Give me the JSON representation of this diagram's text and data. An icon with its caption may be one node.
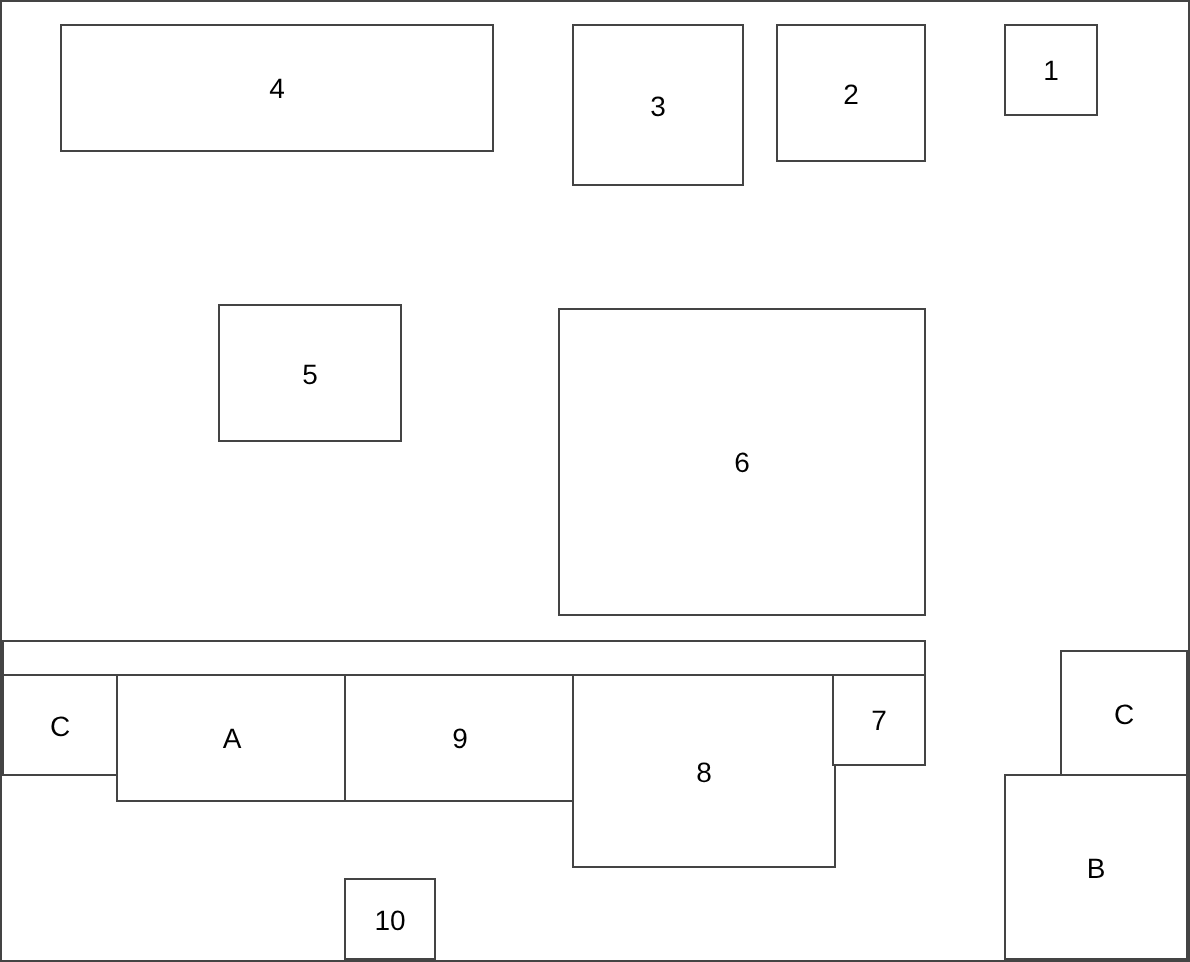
{
  "diagram": {
    "nodes": [
      {
        "text": [
          "4"
        ]
      },
      {
        "text": [
          "3"
        ]
      },
      {
        "text": [
          "2"
        ]
      },
      {
        "text": [
          "1"
        ]
      },
      {
        "text": [
          "5"
        ]
      },
      {
        "text": [
          "6"
        ]
      },
      {
        "text": [],
        "shape": "box"
      },
      {
        "text": [
          "C"
        ]
      },
      {
        "text": [
          "A"
        ]
      },
      {
        "text": [
          "9"
        ]
      },
      {
        "text": [
          "8"
        ]
      },
      {
        "text": [
          "7"
        ]
      },
      {
        "text": [
          "C"
        ]
      },
      {
        "text": [
          "B"
        ]
      },
      {
        "text": [
          "10"
        ]
      }
    ]
  }
}
